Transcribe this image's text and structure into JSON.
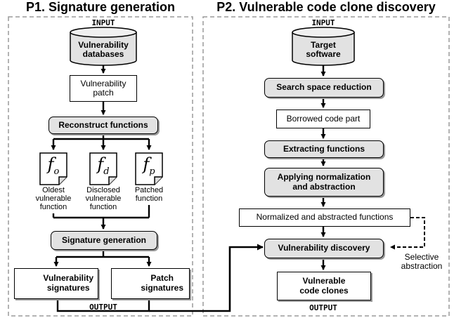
{
  "panel1": {
    "title": "P1. Signature generation",
    "input_label": "INPUT",
    "output_label": "OUTPUT",
    "vuln_db": [
      "Vulnerability",
      "databases"
    ],
    "vuln_patch": [
      "Vulnerability",
      "patch"
    ],
    "reconstruct": "Reconstruct functions",
    "functions": [
      {
        "symbol": "f",
        "sub": "o",
        "label": [
          "Oldest",
          "vulnerable",
          "function"
        ]
      },
      {
        "symbol": "f",
        "sub": "d",
        "label": [
          "Disclosed",
          "vulnerable",
          "function"
        ]
      },
      {
        "symbol": "f",
        "sub": "p",
        "label": [
          "Patched",
          "function"
        ]
      }
    ],
    "signature_generation": "Signature generation",
    "vuln_signatures": [
      "Vulnerability",
      "signatures"
    ],
    "patch_signatures": [
      "Patch",
      "signatures"
    ]
  },
  "panel2": {
    "title": "P2. Vulnerable code clone discovery",
    "input_label": "INPUT",
    "output_label": "OUTPUT",
    "target_software": [
      "Target",
      "software"
    ],
    "search_space": "Search space reduction",
    "borrowed_code": "Borrowed code part",
    "extracting": "Extracting functions",
    "applying": [
      "Applying normalization",
      "and abstraction"
    ],
    "normalized": "Normalized and abstracted functions",
    "vuln_discovery": "Vulnerability discovery",
    "selective": [
      "Selective",
      "abstraction"
    ],
    "vulnerable_clones": [
      "Vulnerable",
      "code clones"
    ]
  },
  "colors": {
    "box_fill": "#e2e2e2",
    "shadow": "#9a9a9a",
    "dash": "#9a9a9a",
    "line": "#000000"
  },
  "icons": {
    "function_doc": "document-icon",
    "signature": "signature-doc-icon",
    "database": "database-cylinder-icon"
  }
}
